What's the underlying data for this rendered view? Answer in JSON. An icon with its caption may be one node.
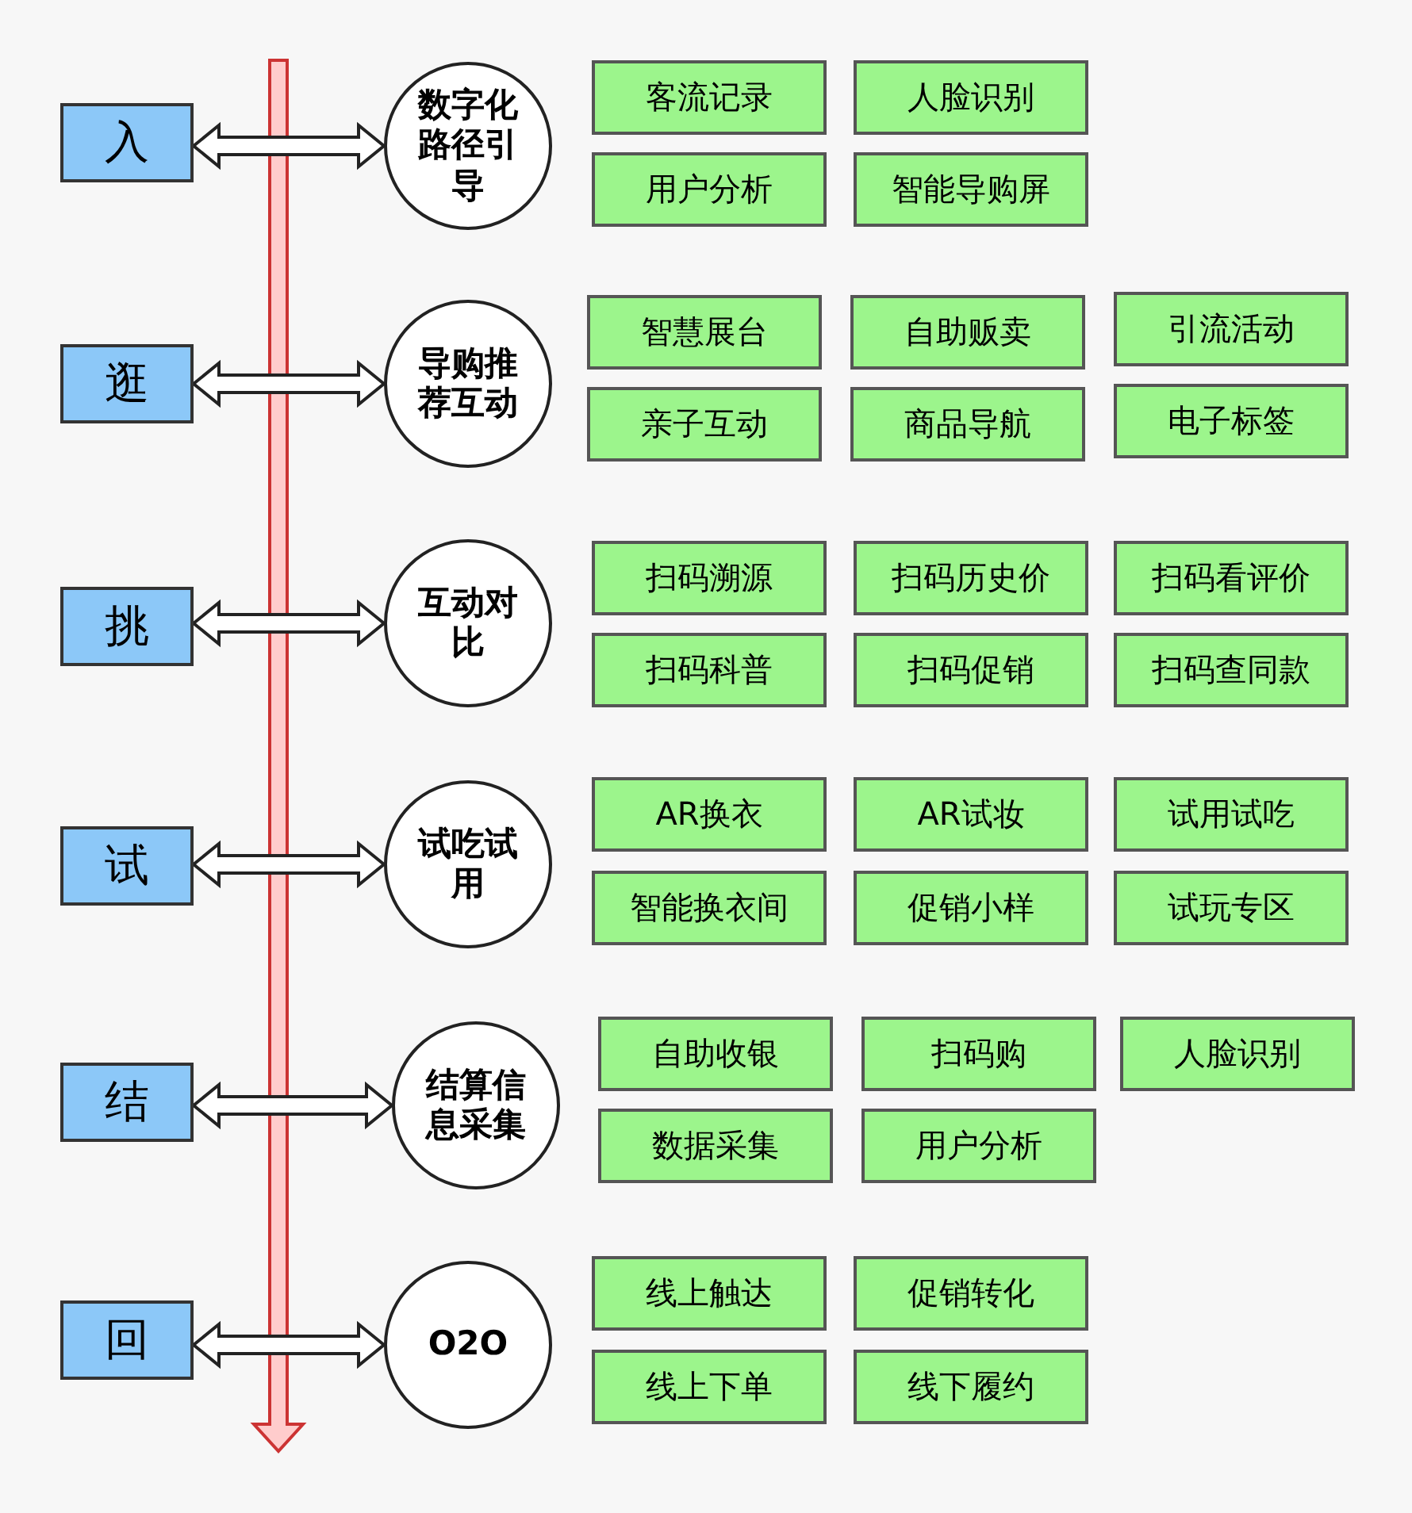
{
  "diagram": {
    "nodes": [
      {
        "text": [
          "入"
        ]
      },
      {
        "text": [
          "数字化路径引导"
        ]
      },
      {
        "text": [
          "客流记录"
        ]
      },
      {
        "text": [
          "人脸识别"
        ]
      },
      {
        "text": [
          "用户分析"
        ]
      },
      {
        "text": [
          "智能导购屏"
        ]
      },
      {
        "text": [
          "逛"
        ]
      },
      {
        "text": [
          "导购推荐互动"
        ]
      },
      {
        "text": [
          "智慧展台"
        ]
      },
      {
        "text": [
          "自助贩卖"
        ]
      },
      {
        "text": [
          "引流活动"
        ]
      },
      {
        "text": [
          "亲子互动"
        ]
      },
      {
        "text": [
          "商品导航"
        ]
      },
      {
        "text": [
          "电子标签"
        ]
      },
      {
        "text": [
          "挑"
        ]
      },
      {
        "text": [
          "互动对比"
        ]
      },
      {
        "text": [
          "扫码溯源"
        ]
      },
      {
        "text": [
          "扫码历史价"
        ]
      },
      {
        "text": [
          "扫码看评价"
        ]
      },
      {
        "text": [
          "扫码科普"
        ]
      },
      {
        "text": [
          "扫码促销"
        ]
      },
      {
        "text": [
          "扫码查同款"
        ]
      },
      {
        "text": [
          "试"
        ]
      },
      {
        "text": [
          "试吃试用"
        ]
      },
      {
        "text": [
          "AR换衣"
        ]
      },
      {
        "text": [
          "AR试妆"
        ]
      },
      {
        "text": [
          "试用试吃"
        ]
      },
      {
        "text": [
          "智能换衣间"
        ]
      },
      {
        "text": [
          "促销小样"
        ]
      },
      {
        "text": [
          "试玩专区"
        ]
      },
      {
        "text": [
          "结"
        ]
      },
      {
        "text": [
          "结算信息采集"
        ]
      },
      {
        "text": [
          "自助收银"
        ]
      },
      {
        "text": [
          "扫码购"
        ]
      },
      {
        "text": [
          "人脸识别"
        ]
      },
      {
        "text": [
          "数据采集"
        ]
      },
      {
        "text": [
          "用户分析"
        ]
      },
      {
        "text": [
          "回"
        ]
      },
      {
        "text": [
          "O2O"
        ]
      },
      {
        "text": [
          "线上触达"
        ]
      },
      {
        "text": [
          "促销转化"
        ]
      },
      {
        "text": [
          "线上下单"
        ]
      },
      {
        "text": [
          "线下履约"
        ]
      }
    ],
    "edges": [
      {
        "from": 0,
        "to": 1,
        "arrow": "both"
      },
      {
        "from": 6,
        "to": 7,
        "arrow": "both"
      },
      {
        "from": 14,
        "to": 15,
        "arrow": "both"
      },
      {
        "from": 22,
        "to": 23,
        "arrow": "both"
      },
      {
        "from": 30,
        "to": 31,
        "arrow": "both"
      },
      {
        "from": 37,
        "to": 38,
        "arrow": "both"
      }
    ]
  }
}
